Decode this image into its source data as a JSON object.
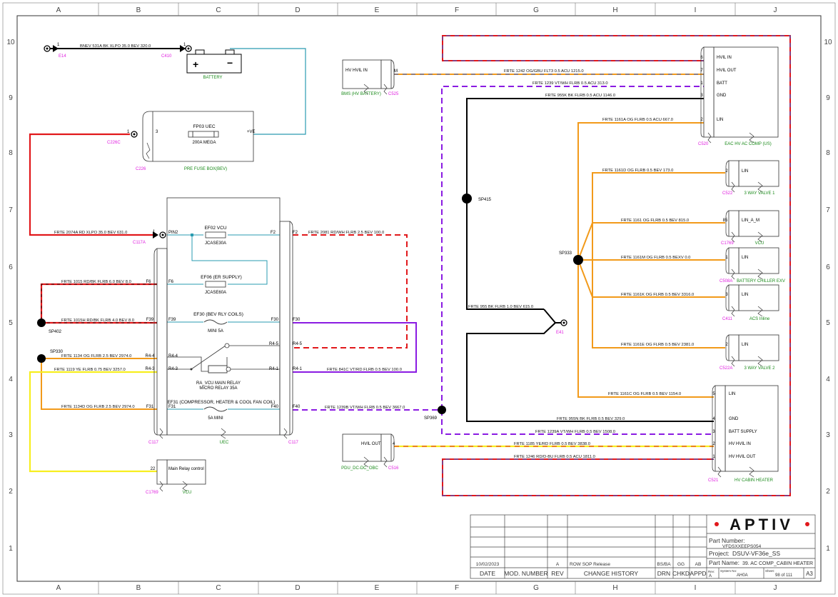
{
  "border": {
    "columns": [
      "A",
      "B",
      "C",
      "D",
      "E",
      "F",
      "G",
      "H",
      "I",
      "J"
    ],
    "rows": [
      "10",
      "9",
      "8",
      "7",
      "6",
      "5",
      "4",
      "3",
      "2",
      "1"
    ]
  },
  "colors": {
    "wire_red": "#e1181b",
    "wire_blue": "#2b5fe0",
    "wire_orange": "#f29a1a",
    "wire_purple": "#8a1be2",
    "wire_yellow": "#f7ee1f",
    "wire_teal": "#2a9bb0",
    "wire_black": "#000000",
    "connector_label": "#e020e0",
    "component_label": "#1a8a1a"
  },
  "components": {
    "battery": {
      "name": "BATTERY",
      "plus": "+",
      "minus": "−"
    },
    "prefuse": {
      "name": "PRE FUSE BOX(BEV)",
      "fuse": "FP03 UEC",
      "rating": "200A MEGA",
      "pin_in": "3",
      "pin_out": "+VE"
    },
    "fuse_box": {
      "name": "UEC",
      "fuses": [
        {
          "name": "EF02 VCU",
          "rating": "JCASE30A"
        },
        {
          "name": "EF06 (ER SUPPLY)",
          "rating": "JCASE60A"
        },
        {
          "name": "EF30 (BEV RLY COILS)",
          "rating": "MINI 5A"
        },
        {
          "name": "EF31 (COMPRESSOR, HEATER & COOL FAN COIL)",
          "rating": "5A MINI"
        }
      ],
      "relay_label": "RA_VCU MAIN RELAY",
      "relay_rating": "MICRO RELAY 35A",
      "pins_left": [
        "PIN2",
        "F6",
        "F39",
        "R4-4",
        "R4-3",
        "F31"
      ],
      "pins_right": [
        "F2",
        "F30",
        "R4-5",
        "R4-1",
        "F40"
      ]
    },
    "bms": {
      "pin": "HV HVIL IN",
      "pin_no": "M",
      "name": "BMS (HV BATTERY)"
    },
    "pdu": {
      "pin": "HVIL OUT",
      "pin_no": "4",
      "name": "PDU_DC-DC_OBC"
    },
    "vcu_main": {
      "pin": "Main Relay control",
      "pin_no": "22",
      "name": "VCU"
    },
    "ac_comp": {
      "name": "EAC HV AC COMP (US)",
      "pins": [
        {
          "no": "6",
          "label": "HVIL IN"
        },
        {
          "no": "7",
          "label": "HVIL OUT"
        },
        {
          "no": "1",
          "label": "BATT"
        },
        {
          "no": "3",
          "label": "GND"
        },
        {
          "no": "2",
          "label": "LIN"
        }
      ]
    },
    "three_way_1": {
      "pin_no": "2",
      "label": "LIN",
      "name": "3 WAY VALVE 1"
    },
    "vcu_lin": {
      "pin_no": "85",
      "label": "LIN_A_M",
      "name": "VCU"
    },
    "chiller": {
      "pin_no": "1",
      "label": "LIN",
      "name": "BATTERY CHILLER EXV"
    },
    "acs_inline": {
      "pin_no": "3",
      "label": "LIN",
      "name": "ACS Inline"
    },
    "three_way_2": {
      "pin_no": "2",
      "label": "LIN",
      "name": "3 WAY VALVE 2"
    },
    "cabin_heater": {
      "name": "HV CABIN HEATER",
      "pins": [
        {
          "no": "5",
          "label": "LIN"
        },
        {
          "no": "4",
          "label": "GND"
        },
        {
          "no": "3",
          "label": "BATT SUPPLY"
        },
        {
          "no": "2",
          "label": "HV HVIL IN"
        },
        {
          "no": "1",
          "label": "HV HVIL OUT"
        }
      ]
    }
  },
  "connectors": {
    "e14": "E14",
    "c410": "C410",
    "c226c": "C226C",
    "c226": "C226",
    "c117a": "C117A",
    "c117_left": "C117",
    "c117_right": "C117",
    "c525": "C525",
    "c516": "C516",
    "c1769_vcu": "C1769",
    "c520": "C520",
    "c522": "C522",
    "c1769_lin": "C1769",
    "c508a": "C508A",
    "c411": "C411",
    "c522a": "C522A",
    "c521": "C521",
    "e41": "E41",
    "pin1_e14": "1",
    "pin1_c410": "1",
    "pin1_c226c": "1",
    "pin1_c117a": "1"
  },
  "splices": {
    "sp415": "SP415",
    "sp333": "SP333",
    "sp402": "SP402",
    "sp330": "SP330",
    "sp369": "SP369"
  },
  "wires": {
    "bnev531a": "BNEV 531A BK XLPO 35.0 BEV 320.0",
    "w2074a": "FRTE 2074A RD XLPO 35.0 BEV 631.0",
    "w2081": "FRTE 2081 RD/WH FLRB 2.5 BEV 100.0",
    "w1015": "FRTE 1015 RD/BK FLRB 6.0 BEV 8.0",
    "w1015h": "FRTE 1015H RD/BK FLRB 4.0 BEV 8.0",
    "w1134": "FRTE 1134 OG FLRB 2.5 BEV 2974.0",
    "w1119": "FRTE 1119 YE FLRB 0.75 BEV 3257.0",
    "w1134d": "FRTE 1134D OG FLRB 2.5 BEV 2974.0",
    "w841c": "FRTE 841C VT/RD FLRB 0.5 BEV 100.0",
    "w1239b": "FRTE 1239B VT/WH FLRB 0.5 BEV 3667.0",
    "w1242": "FRTE 1242 OG/GBU FLT3 0.5 ACU 1215.0",
    "w1239": "FRTE 1239 VT/WH FLRB 0.5 ACU 313.0",
    "w955k": "FRTE 955K BK FLRB 0.5 ACU 1146.0",
    "w1161a": "FRTE 1161A OG FLRB 0.5 ACU 667.0",
    "w1161d": "FRTE 1161D OG FLRB 0.5 BEV 173.0",
    "w1161": "FRTE 1161 OG FLRB 0.5 BEV 815.0",
    "w1161m": "FRTE 1161M OG FLRB 0.5 BEXV 0.0",
    "w1161k": "FRTE 1161K OG FLRB 0.5 BEV 3316.0",
    "w955": "FRTE 955 BK FLRB 1.0 BEV 615.0",
    "w1161e": "FRTE 1161E OG FLRB 0.5 BEV 2381.0",
    "w1161c": "FRTE 1161C OG FLRB 0.5 BEV 1154.0",
    "w955n": "FRTE 955N BK FLRB 0.5 BEV 329.0",
    "w1239a": "FRTE 1239A VT/WH FLRB 0.5 BEV 1508.0",
    "w1185": "FRTE 1185 YE/RD FLRB 0.5 BEV 3838.0",
    "w1246": "FRTE 1246 RD/D-BU FLRB 0.5 ACU 1811.0"
  },
  "title_block": {
    "logo": "APTIV",
    "part_number_label": "Part Number:",
    "part_number": "VFDSXXEEPS054",
    "project_label": "Project:",
    "project": "DSUV-VF36e_SS",
    "part_name_label": "Part Name:",
    "part_name": "39. AC COMP_CABIN HEATER",
    "rev_date": "10/02/2023",
    "rev_letter": "A",
    "rev_history": "ROW SOP Release",
    "drn": "BS/BA",
    "chkd": "GG",
    "appd": "AB",
    "headers": [
      "DATE",
      "MOD. NUMBER",
      "REV",
      "CHANGE HISTORY",
      "DRN",
      "CHKD",
      "APPD"
    ],
    "rev_label": "Rev:",
    "rev_value": "A",
    "system_no_label": "System No:",
    "system_no": "AH0A",
    "sheet_label": "Sheet:",
    "sheet_value": "98 of 111",
    "size": "A3"
  }
}
